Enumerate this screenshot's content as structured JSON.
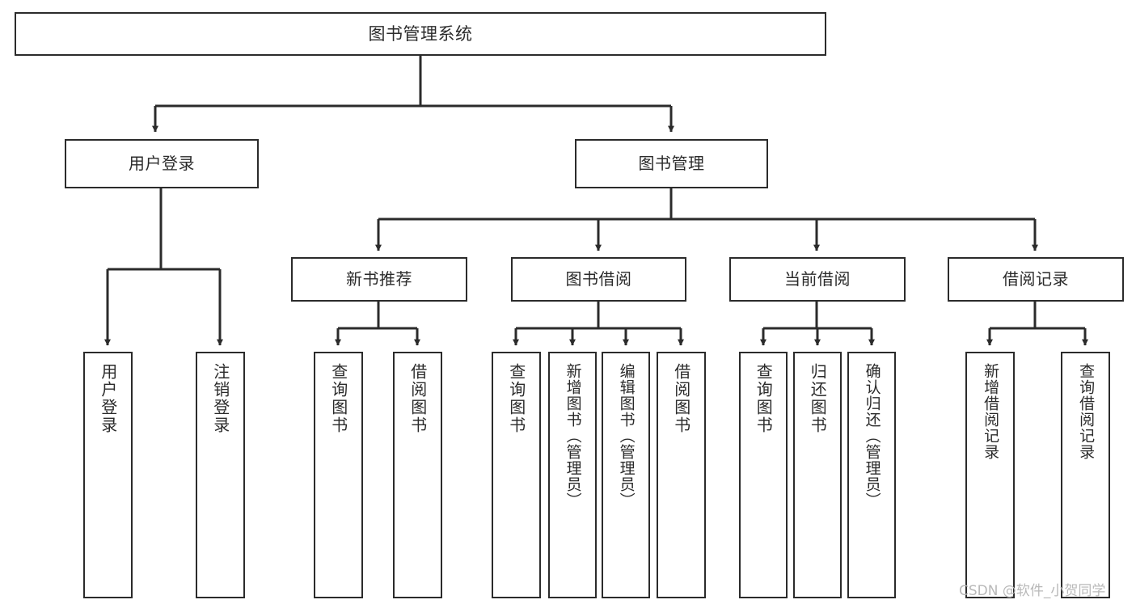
{
  "diagram": {
    "title": "图书管理系统",
    "type": "tree",
    "colors": {
      "box_border": "#2b2b2b",
      "box_fill": "#ffffff",
      "edge": "#2b2b2b",
      "text": "#2b2b2b",
      "background": "#ffffff",
      "watermark": "#b9b9b9"
    },
    "watermark": "CSDN @软件_小贺同学"
  },
  "nodes": {
    "root": {
      "label": "图书管理系统",
      "level": 0
    },
    "level1": [
      {
        "id": "user-login",
        "label": "用户登录"
      },
      {
        "id": "book-manage",
        "label": "图书管理"
      }
    ],
    "level2": [
      {
        "id": "new-book-recommend",
        "label": "新书推荐"
      },
      {
        "id": "book-borrow",
        "label": "图书借阅"
      },
      {
        "id": "current-borrow",
        "label": "当前借阅"
      },
      {
        "id": "borrow-record",
        "label": "借阅记录"
      }
    ],
    "leaves": {
      "user-login": [
        {
          "id": "login",
          "label": "用户登录"
        },
        {
          "id": "logout",
          "label": "注销登录"
        }
      ],
      "new-book-recommend": [
        {
          "id": "query-book-1",
          "label": "查询图书"
        },
        {
          "id": "borrow-book-1",
          "label": "借阅图书"
        }
      ],
      "book-borrow": [
        {
          "id": "query-book-2",
          "label": "查询图书"
        },
        {
          "id": "add-book",
          "label": "新增图书（管理员）"
        },
        {
          "id": "edit-book",
          "label": "编辑图书（管理员）"
        },
        {
          "id": "borrow-book-2",
          "label": "借阅图书"
        }
      ],
      "current-borrow": [
        {
          "id": "query-book-3",
          "label": "查询图书"
        },
        {
          "id": "return-book",
          "label": "归还图书"
        },
        {
          "id": "confirm-return",
          "label": "确认归还（管理员）"
        }
      ],
      "borrow-record": [
        {
          "id": "add-record",
          "label": "新增借阅记录"
        },
        {
          "id": "query-record",
          "label": "查询借阅记录"
        }
      ]
    }
  }
}
